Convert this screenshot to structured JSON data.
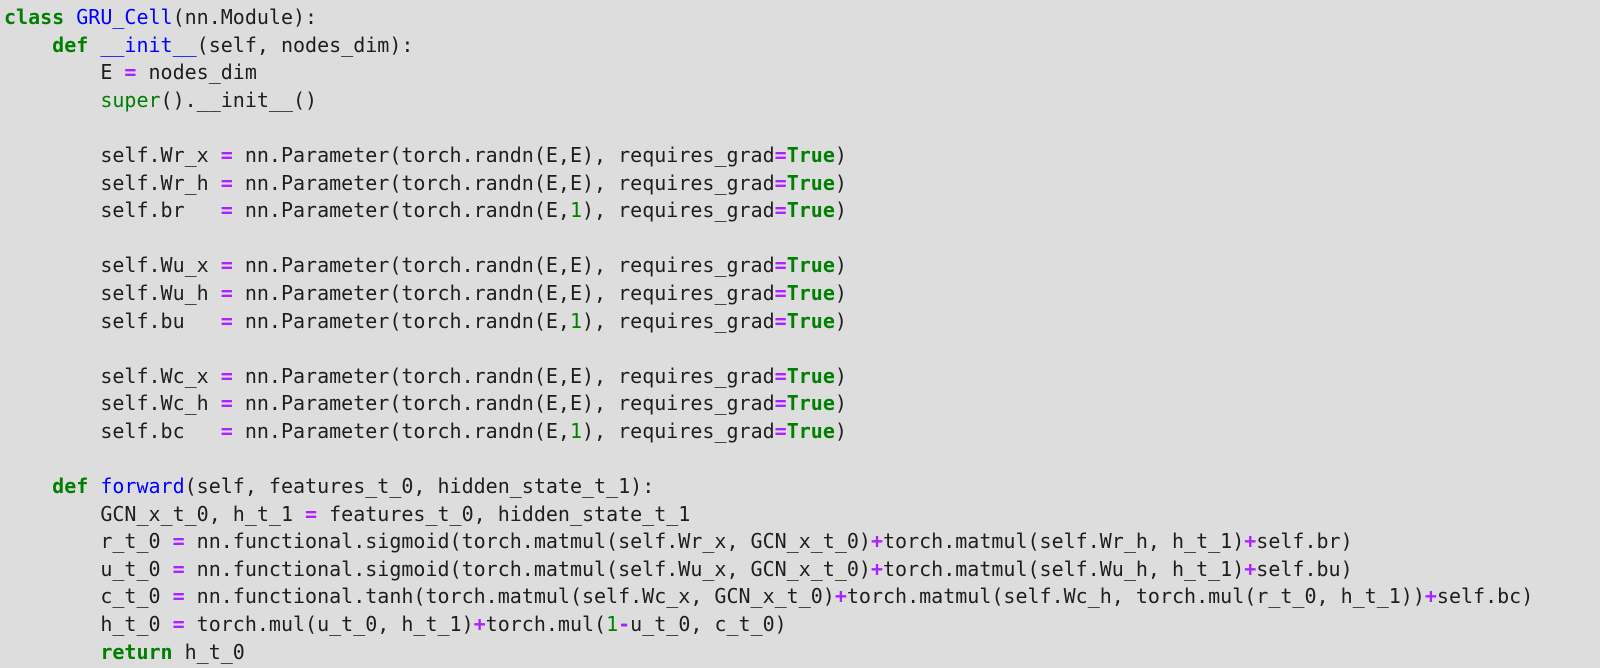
{
  "code": {
    "lines": [
      [
        [
          "kw",
          "class"
        ],
        [
          "plain",
          " "
        ],
        [
          "def",
          "GRU_Cell"
        ],
        [
          "plain",
          "(nn.Module):"
        ]
      ],
      [
        [
          "plain",
          "    "
        ],
        [
          "kw",
          "def"
        ],
        [
          "plain",
          " "
        ],
        [
          "def",
          "__init__"
        ],
        [
          "plain",
          "(self, nodes_dim):"
        ]
      ],
      [
        [
          "plain",
          "        E "
        ],
        [
          "op",
          "="
        ],
        [
          "plain",
          " nodes_dim"
        ]
      ],
      [
        [
          "plain",
          "        "
        ],
        [
          "builtin",
          "super"
        ],
        [
          "plain",
          "().__init__()"
        ]
      ],
      [],
      [
        [
          "plain",
          "        self.Wr_x "
        ],
        [
          "op",
          "="
        ],
        [
          "plain",
          " nn.Parameter(torch.randn(E,E), requires_grad"
        ],
        [
          "op",
          "="
        ],
        [
          "kw",
          "True"
        ],
        [
          "plain",
          ")"
        ]
      ],
      [
        [
          "plain",
          "        self.Wr_h "
        ],
        [
          "op",
          "="
        ],
        [
          "plain",
          " nn.Parameter(torch.randn(E,E), requires_grad"
        ],
        [
          "op",
          "="
        ],
        [
          "kw",
          "True"
        ],
        [
          "plain",
          ")"
        ]
      ],
      [
        [
          "plain",
          "        self.br   "
        ],
        [
          "op",
          "="
        ],
        [
          "plain",
          " nn.Parameter(torch.randn(E,"
        ],
        [
          "num",
          "1"
        ],
        [
          "plain",
          "), requires_grad"
        ],
        [
          "op",
          "="
        ],
        [
          "kw",
          "True"
        ],
        [
          "plain",
          ")"
        ]
      ],
      [],
      [
        [
          "plain",
          "        self.Wu_x "
        ],
        [
          "op",
          "="
        ],
        [
          "plain",
          " nn.Parameter(torch.randn(E,E), requires_grad"
        ],
        [
          "op",
          "="
        ],
        [
          "kw",
          "True"
        ],
        [
          "plain",
          ")"
        ]
      ],
      [
        [
          "plain",
          "        self.Wu_h "
        ],
        [
          "op",
          "="
        ],
        [
          "plain",
          " nn.Parameter(torch.randn(E,E), requires_grad"
        ],
        [
          "op",
          "="
        ],
        [
          "kw",
          "True"
        ],
        [
          "plain",
          ")"
        ]
      ],
      [
        [
          "plain",
          "        self.bu   "
        ],
        [
          "op",
          "="
        ],
        [
          "plain",
          " nn.Parameter(torch.randn(E,"
        ],
        [
          "num",
          "1"
        ],
        [
          "plain",
          "), requires_grad"
        ],
        [
          "op",
          "="
        ],
        [
          "kw",
          "True"
        ],
        [
          "plain",
          ")"
        ]
      ],
      [],
      [
        [
          "plain",
          "        self.Wc_x "
        ],
        [
          "op",
          "="
        ],
        [
          "plain",
          " nn.Parameter(torch.randn(E,E), requires_grad"
        ],
        [
          "op",
          "="
        ],
        [
          "kw",
          "True"
        ],
        [
          "plain",
          ")"
        ]
      ],
      [
        [
          "plain",
          "        self.Wc_h "
        ],
        [
          "op",
          "="
        ],
        [
          "plain",
          " nn.Parameter(torch.randn(E,E), requires_grad"
        ],
        [
          "op",
          "="
        ],
        [
          "kw",
          "True"
        ],
        [
          "plain",
          ")"
        ]
      ],
      [
        [
          "plain",
          "        self.bc   "
        ],
        [
          "op",
          "="
        ],
        [
          "plain",
          " nn.Parameter(torch.randn(E,"
        ],
        [
          "num",
          "1"
        ],
        [
          "plain",
          "), requires_grad"
        ],
        [
          "op",
          "="
        ],
        [
          "kw",
          "True"
        ],
        [
          "plain",
          ")"
        ]
      ],
      [],
      [
        [
          "plain",
          "    "
        ],
        [
          "kw",
          "def"
        ],
        [
          "plain",
          " "
        ],
        [
          "def",
          "forward"
        ],
        [
          "plain",
          "(self, features_t_0, hidden_state_t_1):"
        ]
      ],
      [
        [
          "plain",
          "        GCN_x_t_0, h_t_1 "
        ],
        [
          "op",
          "="
        ],
        [
          "plain",
          " features_t_0, hidden_state_t_1"
        ]
      ],
      [
        [
          "plain",
          "        r_t_0 "
        ],
        [
          "op",
          "="
        ],
        [
          "plain",
          " nn.functional.sigmoid(torch.matmul(self.Wr_x, GCN_x_t_0)"
        ],
        [
          "op",
          "+"
        ],
        [
          "plain",
          "torch.matmul(self.Wr_h, h_t_1)"
        ],
        [
          "op",
          "+"
        ],
        [
          "plain",
          "self.br)"
        ]
      ],
      [
        [
          "plain",
          "        u_t_0 "
        ],
        [
          "op",
          "="
        ],
        [
          "plain",
          " nn.functional.sigmoid(torch.matmul(self.Wu_x, GCN_x_t_0)"
        ],
        [
          "op",
          "+"
        ],
        [
          "plain",
          "torch.matmul(self.Wu_h, h_t_1)"
        ],
        [
          "op",
          "+"
        ],
        [
          "plain",
          "self.bu)"
        ]
      ],
      [
        [
          "plain",
          "        c_t_0 "
        ],
        [
          "op",
          "="
        ],
        [
          "plain",
          " nn.functional.tanh(torch.matmul(self.Wc_x, GCN_x_t_0)"
        ],
        [
          "op",
          "+"
        ],
        [
          "plain",
          "torch.matmul(self.Wc_h, torch.mul(r_t_0, h_t_1))"
        ],
        [
          "op",
          "+"
        ],
        [
          "plain",
          "self.bc)"
        ]
      ],
      [
        [
          "plain",
          "        h_t_0 "
        ],
        [
          "op",
          "="
        ],
        [
          "plain",
          " torch.mul(u_t_0, h_t_1)"
        ],
        [
          "op",
          "+"
        ],
        [
          "plain",
          "torch.mul("
        ],
        [
          "num",
          "1"
        ],
        [
          "op",
          "-"
        ],
        [
          "plain",
          "u_t_0, c_t_0)"
        ]
      ],
      [
        [
          "plain",
          "        "
        ],
        [
          "kw",
          "return"
        ],
        [
          "plain",
          " h_t_0"
        ]
      ]
    ]
  },
  "colors": {
    "background": "#dddddd",
    "keyword": "#008000",
    "function_name": "#0000ff",
    "operator": "#aa22ff",
    "number": "#008000",
    "text": "#1e1e1e"
  }
}
